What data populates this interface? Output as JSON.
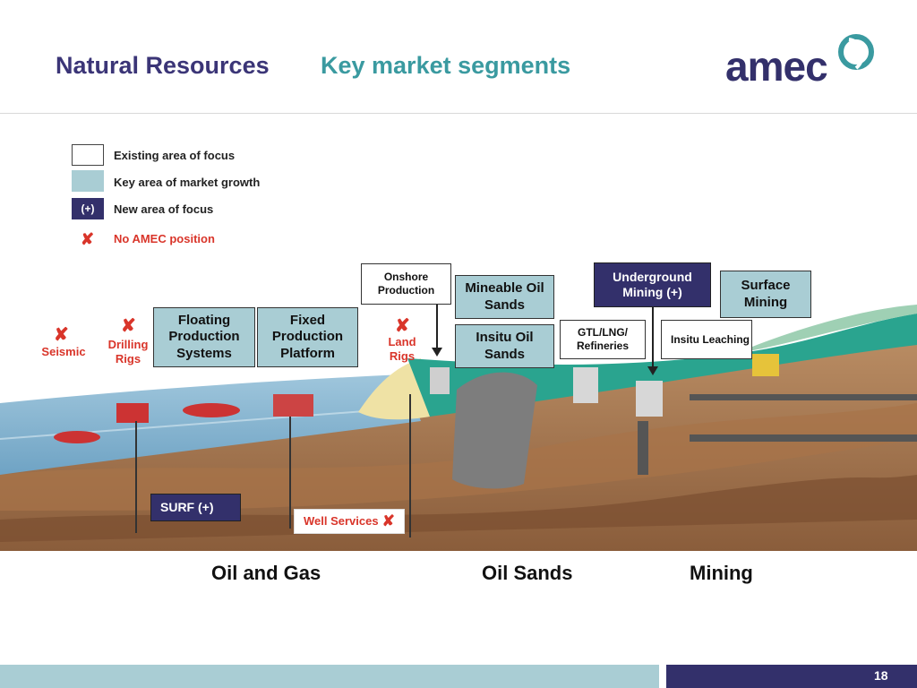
{
  "header": {
    "title": "Natural Resources",
    "subtitle": "Key market segments",
    "logo_text": "amec"
  },
  "legend": {
    "existing": "Existing area of focus",
    "growth": "Key area of market growth",
    "new_swatch": "(+)",
    "new": "New area of focus",
    "no_position": "No AMEC position"
  },
  "segments": {
    "onshore_production": "Onshore Production",
    "mineable_oil_sands": "Mineable Oil Sands",
    "underground_mining": "Underground Mining (+)",
    "surface_mining": "Surface Mining",
    "floating_production": "Floating Production Systems",
    "fixed_production": "Fixed Production Platform",
    "insitu_oil_sands": "Insitu Oil Sands",
    "gtl_lng": "GTL/LNG/ Refineries",
    "insitu_leaching": "Insitu Leaching",
    "seismic": "Seismic",
    "drilling_rigs": "Drilling Rigs",
    "land_rigs": "Land Rigs",
    "surf": "SURF (+)",
    "well_services": "Well Services"
  },
  "categories": {
    "oil_gas": "Oil and Gas",
    "oil_sands": "Oil Sands",
    "mining": "Mining"
  },
  "footer": {
    "page": "18"
  },
  "colors": {
    "navy": "#33306b",
    "teal": "#3a9aa0",
    "light_teal": "#a9cdd4",
    "red": "#d9352a"
  },
  "icons": [
    "x-mark-icon",
    "amec-logo-icon"
  ]
}
